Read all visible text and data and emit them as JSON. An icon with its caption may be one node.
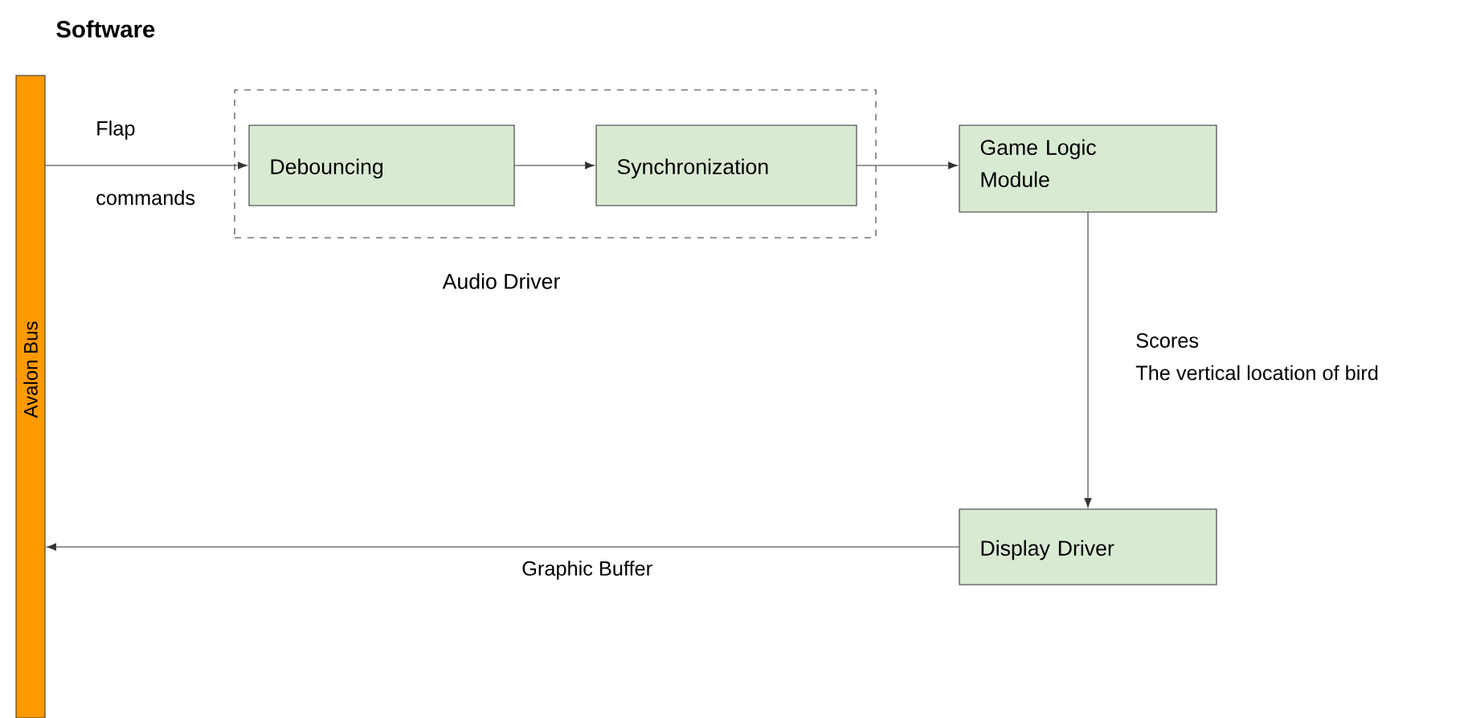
{
  "diagram": {
    "title": "Software",
    "nodes": [
      {
        "text": [
          "Avalon Bus"
        ]
      },
      {
        "text": [
          "Audio Driver"
        ]
      },
      {
        "text": [
          "Debouncing"
        ],
        "in": 1
      },
      {
        "text": [
          "Synchronization"
        ],
        "in": 1
      },
      {
        "text": [
          "Game Logic Module"
        ]
      },
      {
        "text": [
          "Display Driver"
        ]
      }
    ],
    "edges": [
      {
        "from": 0,
        "to": 2,
        "arrow": "to",
        "label": [
          "Flap",
          "commands"
        ]
      },
      {
        "from": 2,
        "to": 3,
        "arrow": "to"
      },
      {
        "from": 3,
        "to": 4,
        "arrow": "to"
      },
      {
        "from": 4,
        "to": 5,
        "arrow": "to",
        "label": [
          "Scores",
          "The vertical location of bird"
        ]
      },
      {
        "from": 5,
        "to": 0,
        "arrow": "to",
        "label": [
          "Graphic Buffer"
        ]
      }
    ]
  }
}
